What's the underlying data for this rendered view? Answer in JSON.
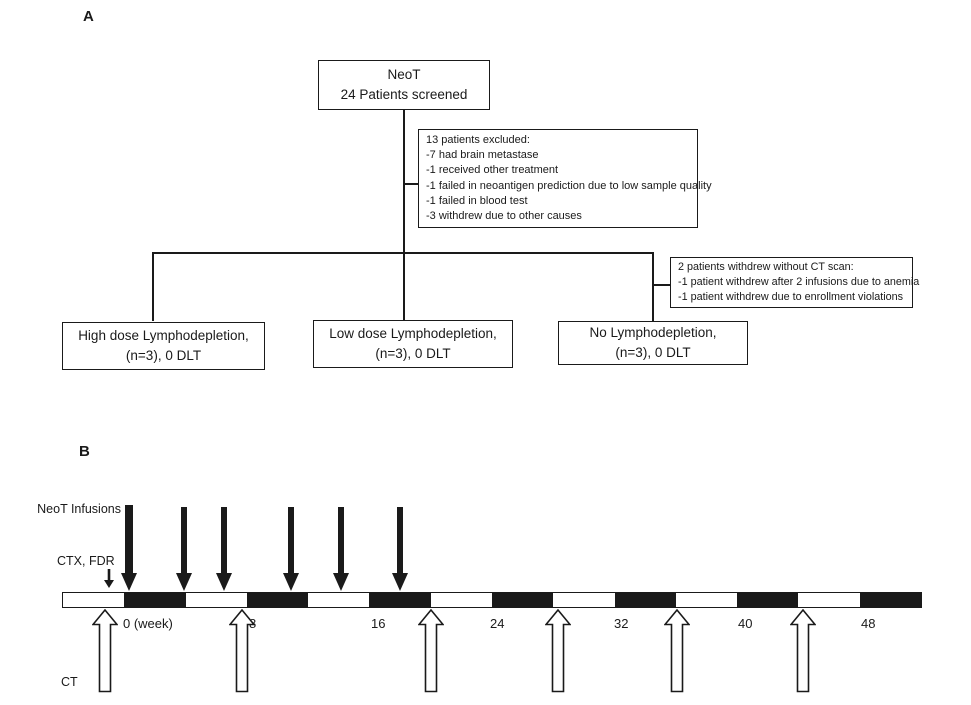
{
  "panels": {
    "a_label": "A",
    "b_label": "B"
  },
  "flowchart": {
    "screened_box": {
      "line1": "NeoT",
      "line2": "24 Patients screened"
    },
    "excluded_box": {
      "lines": [
        "13 patients excluded:",
        "-7 had brain metastase",
        "-1 received other treatment",
        "-1 failed in neoantigen prediction due to low sample quality",
        "-1 failed in blood test",
        "-3 withdrew due to other causes"
      ]
    },
    "withdrew_box": {
      "lines": [
        "2 patients withdrew without CT scan:",
        "-1 patient withdrew after 2 infusions due to anemia",
        "-1 patient withdrew due to enrollment violations"
      ]
    },
    "arms": [
      {
        "line1": "High dose Lymphodepletion,",
        "line2": "(n=3), 0 DLT"
      },
      {
        "line1": "Low dose Lymphodepletion,",
        "line2": "(n=3), 0 DLT"
      },
      {
        "line1": "No Lymphodepletion,",
        "line2": "(n=3), 0 DLT"
      }
    ]
  },
  "timeline": {
    "infusions_label": "NeoT Infusions",
    "ctx_fdr_label": "CTX, FDR",
    "ct_label": "CT",
    "week_labels": [
      "0 (week)",
      "8",
      "16",
      "24",
      "32",
      "40",
      "48"
    ],
    "infusion_arrow_count": 6,
    "ct_arrow_count": 6,
    "bar_segment_count": 14,
    "segment_duration_weeks": 4,
    "ink_color": "#1a1a1a",
    "background_color": "#ffffff"
  }
}
